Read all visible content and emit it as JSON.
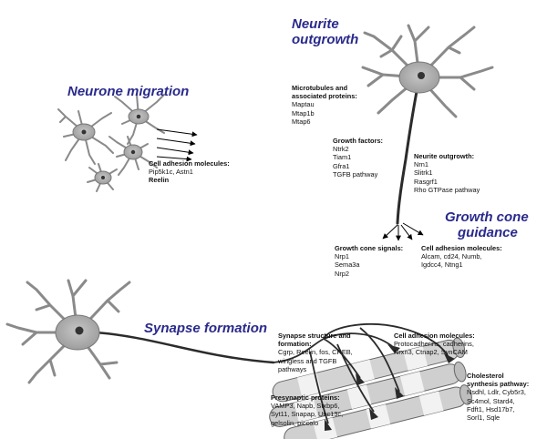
{
  "sections": {
    "migration": {
      "title": "Neurone migration",
      "cell_adhesion_heading": "Cell adhesion molecules:",
      "cell_adhesion_genes": "Pip5k1c, Astn1",
      "extra": "Reelin"
    },
    "outgrowth": {
      "title_line1": "Neurite",
      "title_line2": "outgrowth",
      "microtubules_heading_line1": "Microtubules and",
      "microtubules_heading_line2": "associated proteins:",
      "microtubules_genes": [
        "Maptau",
        "Mtap1b",
        "Mtap6"
      ],
      "growth_factors_heading": "Growth factors:",
      "growth_factors_genes": [
        "Ntrk2",
        "Tiam1",
        "Gfra1",
        "TGFB pathway"
      ],
      "neurite_outgrowth_heading": "Neurite outgrowth:",
      "neurite_outgrowth_genes": [
        "Nrn1",
        "Slitrk1",
        "Rasgrf1",
        "Rho GTPase pathway"
      ]
    },
    "guidance": {
      "title_line1": "Growth cone",
      "title_line2": "guidance",
      "signals_heading": "Growth cone signals:",
      "signals_genes": [
        "Nrp1",
        "Sema3a",
        "Nrp2"
      ],
      "adhesion_heading": "Cell adhesion molecules:",
      "adhesion_genes": [
        "Alcam, cd24, Numb,",
        "Igdcc4, Ntng1"
      ]
    },
    "synapse": {
      "title": "Synapse formation",
      "structure_heading_line1": "Synapse structure and",
      "structure_heading_line2": "formation:",
      "structure_genes": [
        "Cgrp, Reelin, fos, CREB,",
        "wingless and TGFB",
        "pathways"
      ],
      "adhesion_heading": "Cell adhesion molecules:",
      "adhesion_genes": [
        "Protocadherins, cadherins,",
        "Nrxn3, Ctnap2, SynCAM"
      ],
      "presynaptic_heading": "Presynaptic proteins:",
      "presynaptic_genes": [
        "VAMP3, Napb, Stxbp6,",
        "Syt11, Snapap, Unc13c,",
        "gelsolin, piccolo"
      ],
      "cholesterol_heading_line1": "Cholesterol",
      "cholesterol_heading_line2": "synthesis pathway:",
      "cholesterol_genes": [
        "Nsdhl, Ldlr, Cyb5r3,",
        "Sc4mol, Stard4,",
        "Fdft1, Hsd17b7,",
        "Sorl1, Sqle"
      ]
    }
  },
  "colors": {
    "title": "#2a2a8c",
    "neuron_fill": "#a8a8a8",
    "neuron_stroke": "#6e6e6e",
    "axon": "#2b2b2b",
    "arrow": "#000000",
    "fiber_fill": "#d6d6d6",
    "fiber_band": "#eeeeee"
  }
}
